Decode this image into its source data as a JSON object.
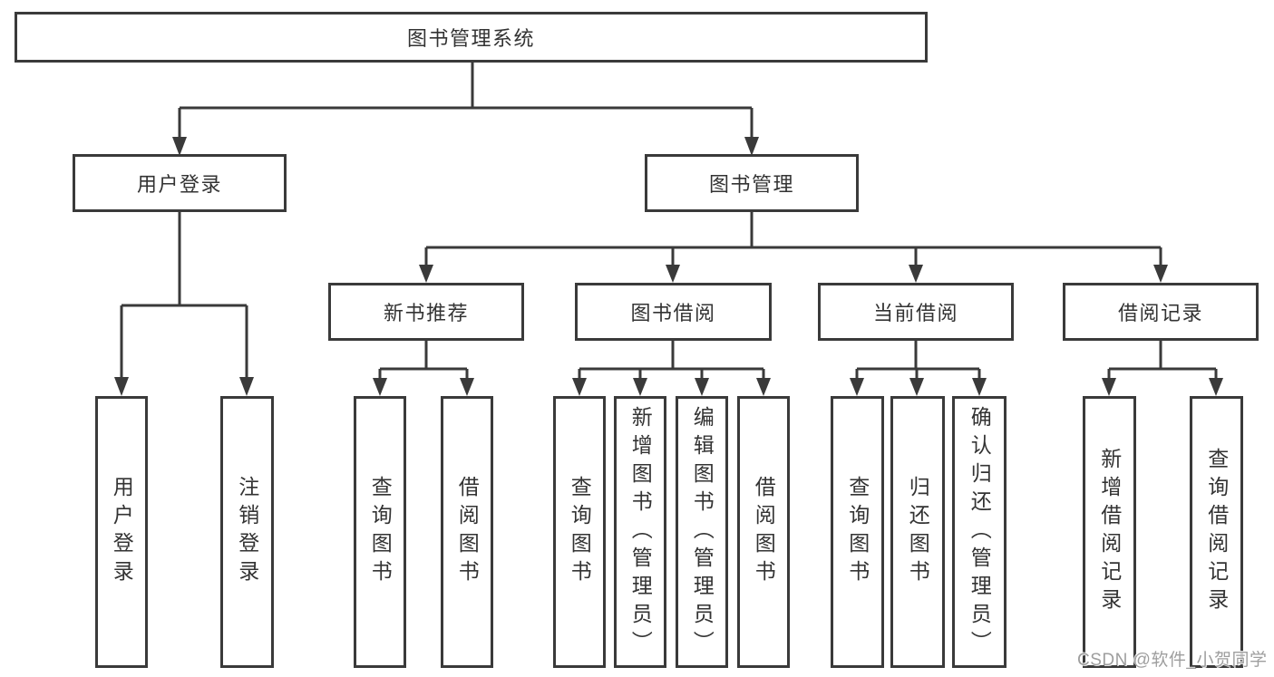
{
  "diagram": {
    "title": "图书管理系统",
    "branches": {
      "user_login": {
        "label": "用户登录",
        "children": [
          {
            "label": "用户登录"
          },
          {
            "label": "注销登录"
          }
        ]
      },
      "book_mgmt": {
        "label": "图书管理",
        "children": [
          {
            "label": "新书推荐",
            "children": [
              {
                "label": "查询图书"
              },
              {
                "label": "借阅图书"
              }
            ]
          },
          {
            "label": "图书借阅",
            "children": [
              {
                "label": "查询图书"
              },
              {
                "label": "新增图书（管理员）"
              },
              {
                "label": "编辑图书（管理员）"
              },
              {
                "label": "借阅图书"
              }
            ]
          },
          {
            "label": "当前借阅",
            "children": [
              {
                "label": "查询图书"
              },
              {
                "label": "归还图书"
              },
              {
                "label": "确认归还（管理员）"
              }
            ]
          },
          {
            "label": "借阅记录",
            "children": [
              {
                "label": "新增借阅记录"
              },
              {
                "label": "查询借阅记录"
              }
            ]
          }
        ]
      }
    }
  },
  "watermark": "CSDN @软件_小贺同学",
  "colors": {
    "line": "#3a3a3a",
    "text": "#333333",
    "watermark": "#9e9e9e",
    "background": "#ffffff"
  }
}
